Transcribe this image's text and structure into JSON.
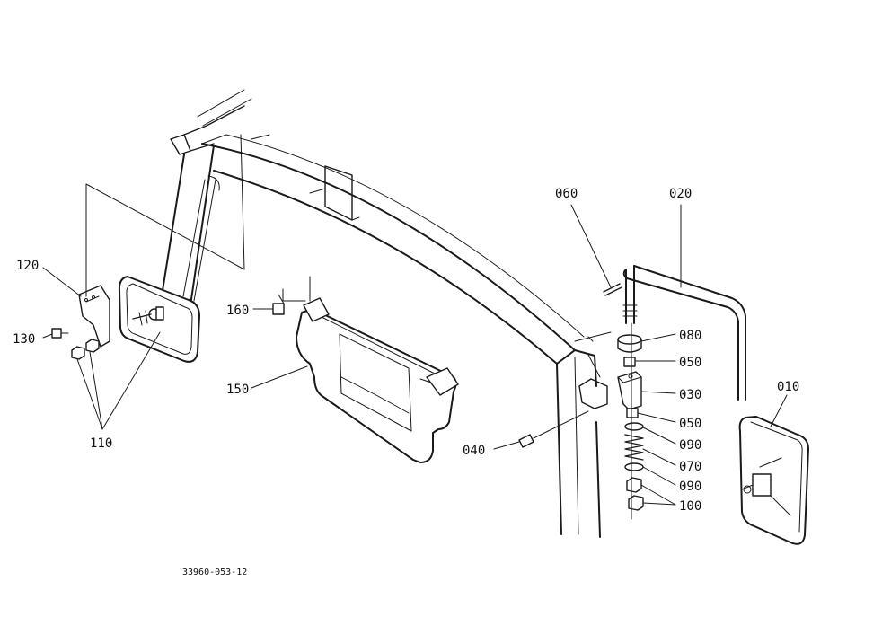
{
  "drawing_number": "33960-053-12",
  "callouts": {
    "c010": "010",
    "c020": "020",
    "c030": "030",
    "c040": "040",
    "c050a": "050",
    "c050b": "050",
    "c060": "060",
    "c070": "070",
    "c080": "080",
    "c090a": "090",
    "c090b": "090",
    "c100": "100",
    "c110": "110",
    "c120": "120",
    "c130": "130",
    "c150": "150",
    "c160": "160"
  },
  "colors": {
    "line": "#1a1a1a",
    "background": "#ffffff"
  }
}
